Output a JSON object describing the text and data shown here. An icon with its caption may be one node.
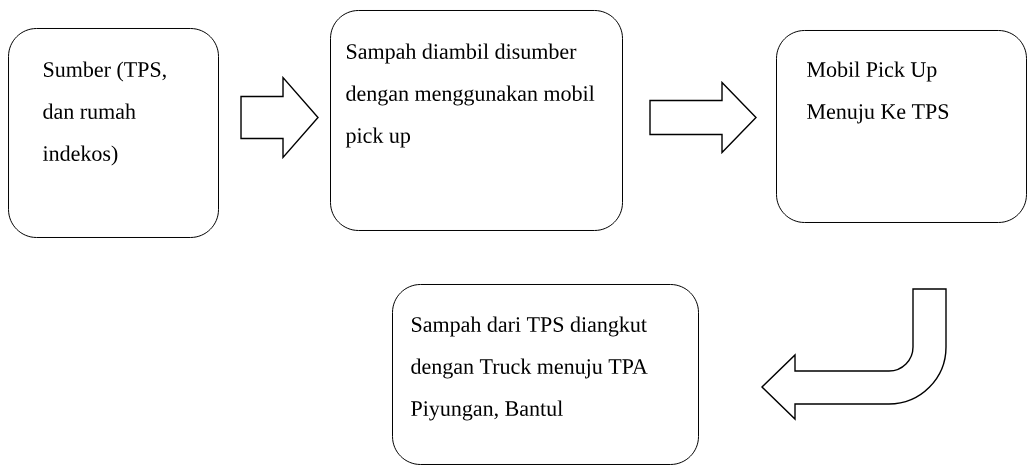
{
  "diagram": {
    "nodes": [
      {
        "text": [
          "Sumber (TPS, dan rumah indekos)"
        ]
      },
      {
        "text": [
          "Sampah diambil disumber dengan menggunakan mobil pick up"
        ]
      },
      {
        "text": [
          "Mobil Pick Up Menuju Ke TPS"
        ]
      },
      {
        "text": [
          "Sampah dari TPS diangkut dengan Truck menuju TPA Piyungan, Bantul"
        ]
      }
    ],
    "edges": [
      {
        "from": 0,
        "to": 1,
        "arrow": "to"
      },
      {
        "from": 1,
        "to": 2,
        "arrow": "to"
      },
      {
        "from": 2,
        "to": 3,
        "arrow": "to"
      }
    ]
  }
}
